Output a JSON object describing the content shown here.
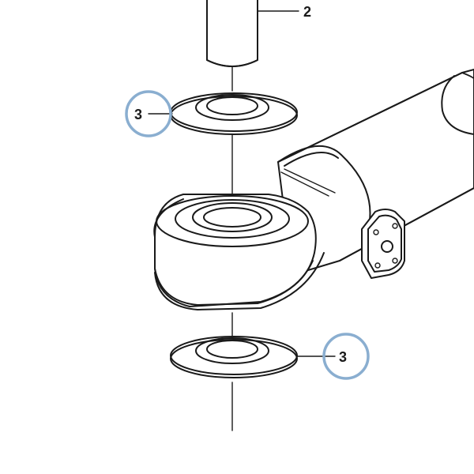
{
  "callouts": [
    {
      "label": "2",
      "circled": false
    },
    {
      "label": "3",
      "circled": true
    },
    {
      "label": "3",
      "circled": true
    }
  ],
  "colors": {
    "line": "#1a1a1a",
    "highlight_ring": "#8aaed0"
  }
}
